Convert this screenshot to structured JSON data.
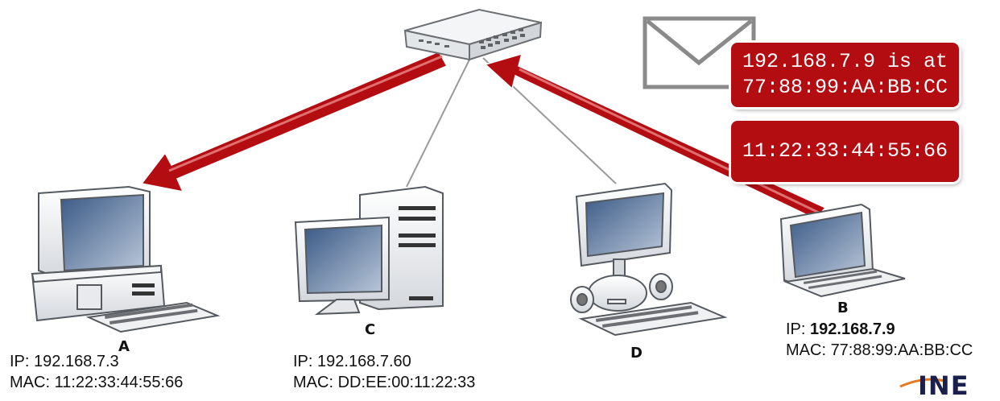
{
  "nodes": {
    "A": {
      "letter": "A",
      "ip_label": "IP:",
      "ip": "192.168.7.3",
      "mac_label": "MAC:",
      "mac": "11:22:33:44:55:66"
    },
    "C": {
      "letter": "C",
      "ip_label": "IP:",
      "ip": "192.168.7.60",
      "mac_label": "MAC:",
      "mac": "DD:EE:00:11:22:33"
    },
    "D": {
      "letter": "D"
    },
    "B": {
      "letter": "B",
      "ip_label": "IP:",
      "ip": "192.168.7.9",
      "mac_label": "MAC:",
      "mac": "77:88:99:AA:BB:CC"
    }
  },
  "messages": {
    "reply_line1": "192.168.7.9 is at",
    "reply_line2": "77:88:99:AA:BB:CC",
    "destination": "11:22:33:44:55:66"
  },
  "logo": {
    "text": "INE"
  },
  "colors": {
    "arrow": "#b30d12",
    "message_box": "#b30d12",
    "link": "#9a9a9a"
  }
}
